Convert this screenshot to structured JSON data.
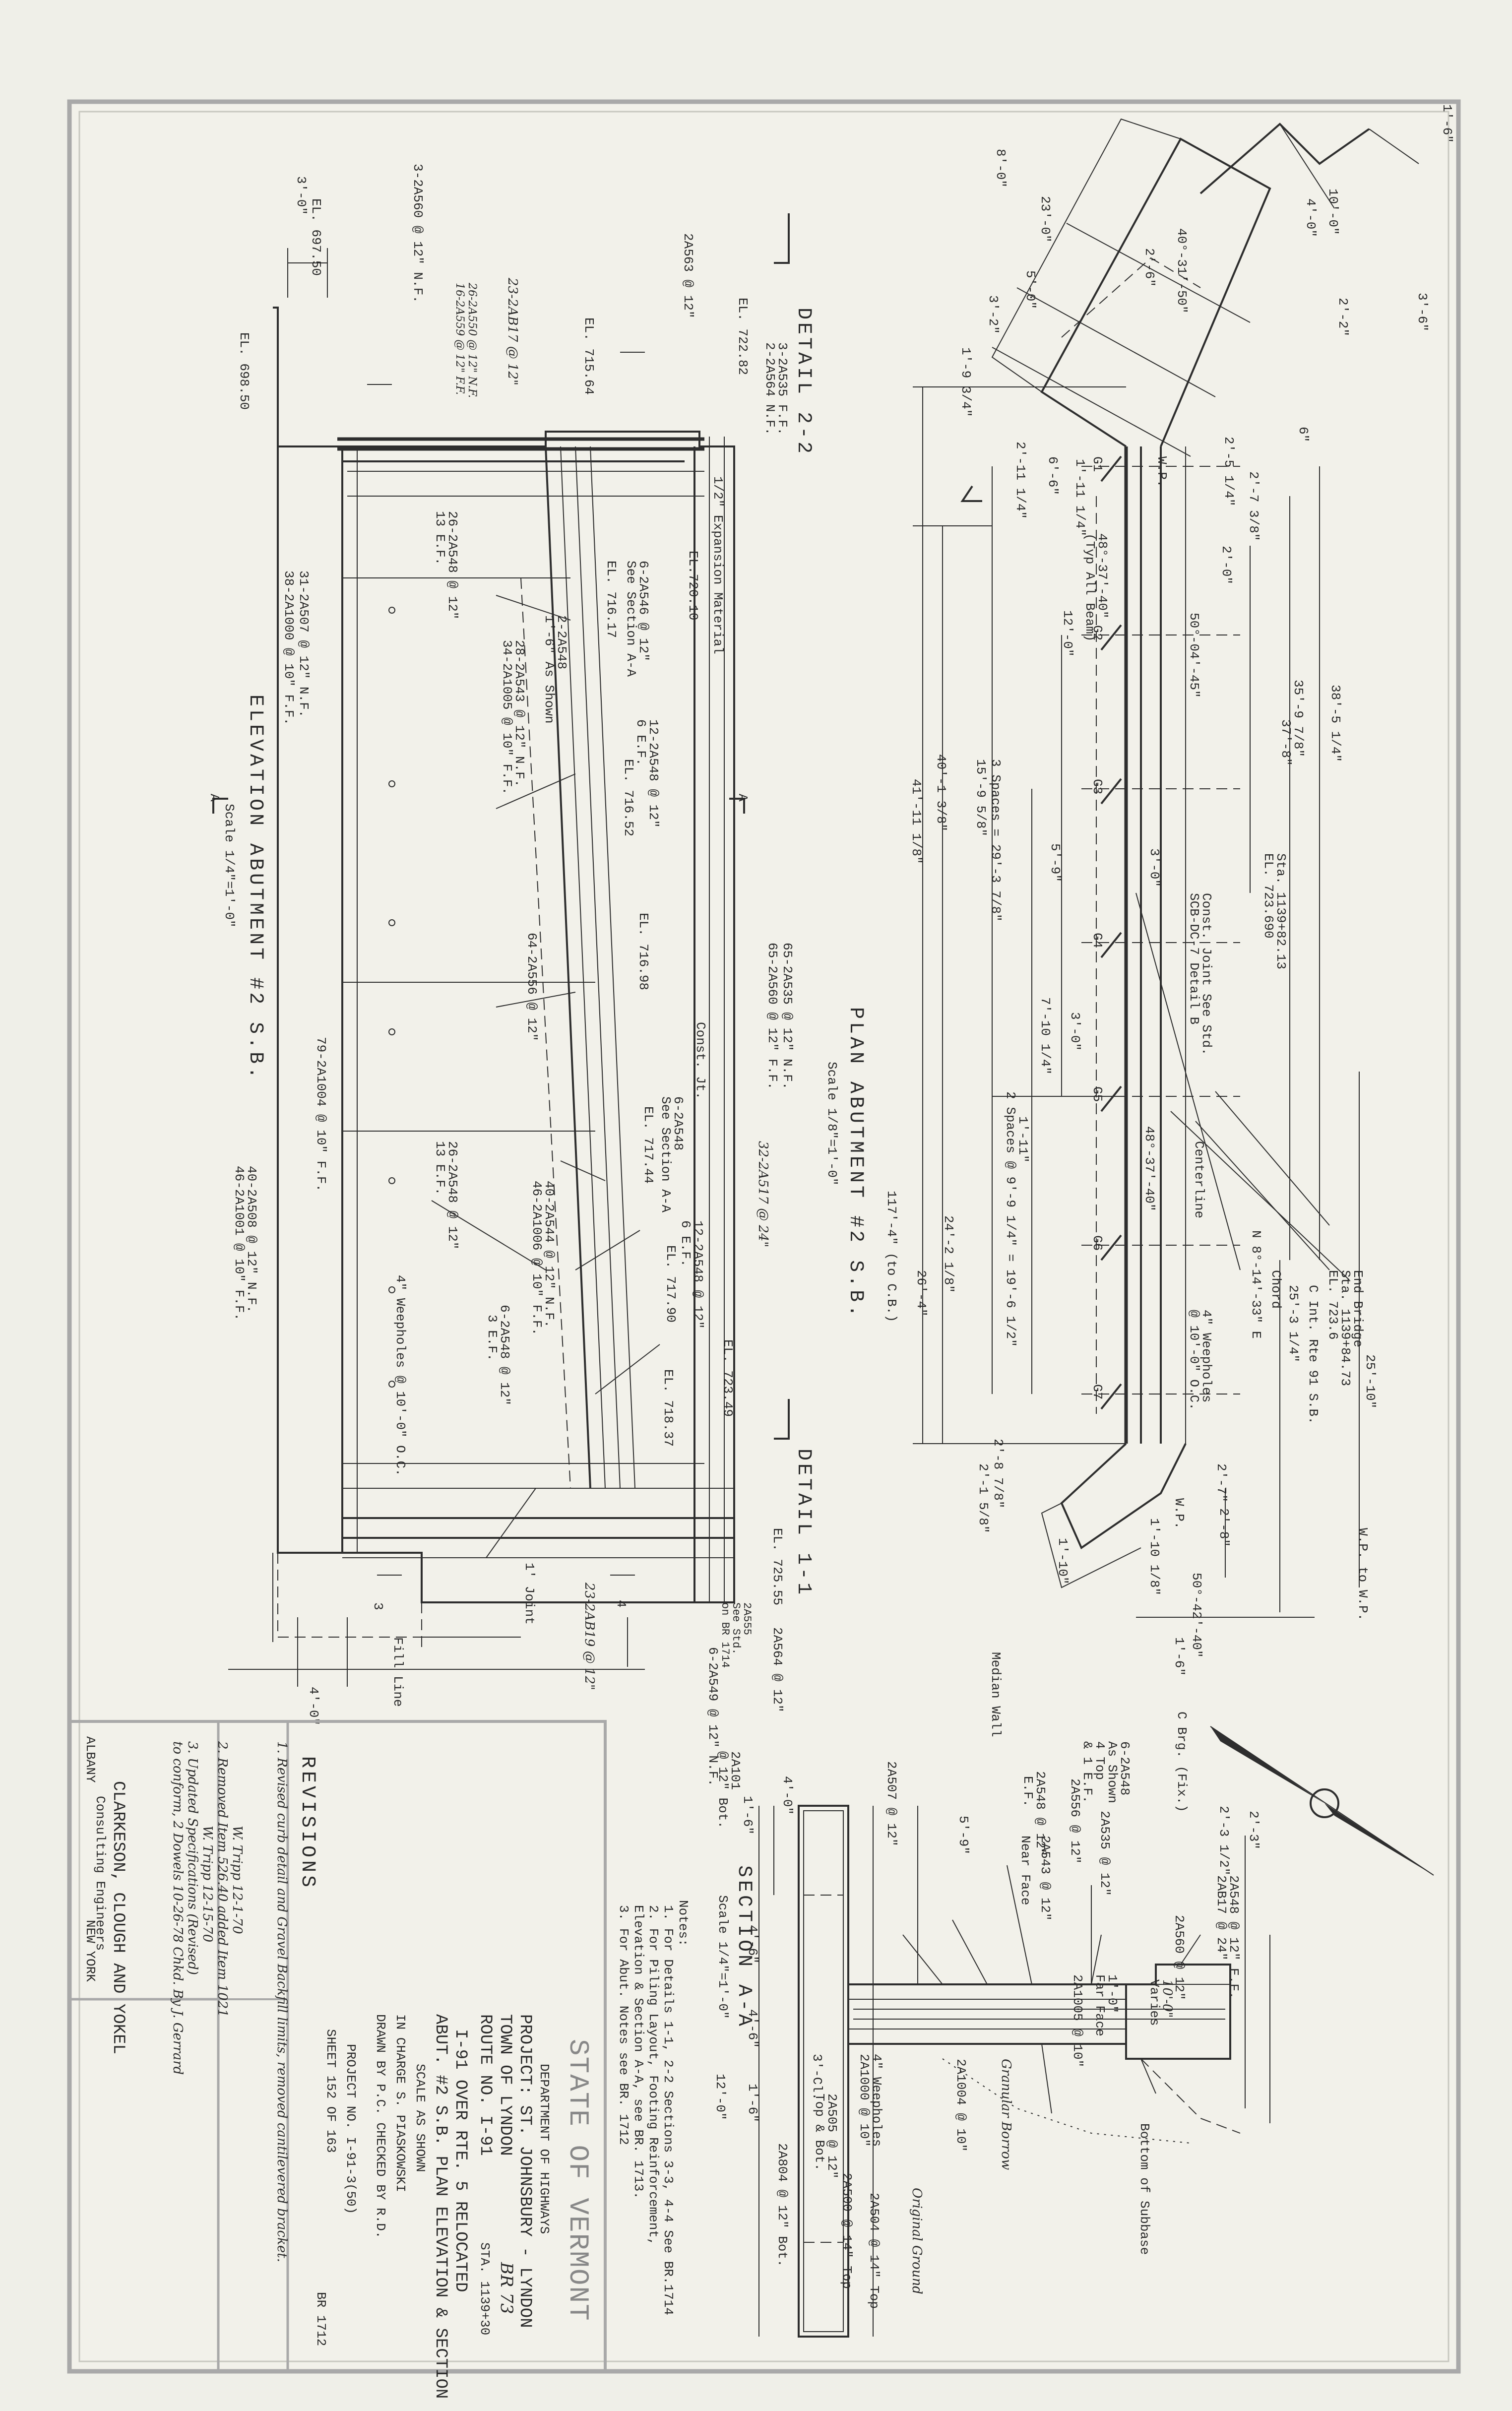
{
  "border": {
    "color": "#a9a9a9"
  },
  "detail22": {
    "title": "DETAIL 2-2",
    "labels": [
      "3-2A535 F.F.",
      "2-2A564 N.F.",
      "EL. 722.82",
      "2A563 @ 12\"",
      "EL. 715.64",
      "3-2A560 @ 12\" N.F.",
      "EL. 697.50",
      "3'-0\"",
      "EL. 698.50",
      "23-2AB17 @ 12\"",
      "26-2A550 @ 12\" N.F.",
      "16-2A559 @ 12\" F.F.",
      "1/2\" Expansion Material",
      "EL.720.10"
    ]
  },
  "elevation": {
    "title": "ELEVATION ABUTMENT #2 S.B.",
    "scale": "Scale 1/4\"=1'-0\"",
    "labels": [
      "6-2A546 @ 12\"",
      "See Section A-A",
      "EL. 716.17",
      "2-2A548",
      "1'-6\" As Shown",
      "28-2A543 @ 12\" N.F.",
      "34-2A1005 @ 10\" F.F.",
      "26-2A548 @ 12\"",
      "13 E.F.",
      "31-2A507 @ 12\" N.F.",
      "38-2A1000 @ 10\" F.F.",
      "12-2A548 @ 12\"",
      "6 E.F.",
      "EL. 716.52",
      "EL. 716.98",
      "64-2A556 @ 12\"",
      "6-2A548",
      "See Section A-A",
      "EL. 717.44",
      "Const. Jt.",
      "26-2A548 @ 12\"",
      "13 E.F.",
      "12-2A548 @ 12\"",
      "6 E.F.",
      "EL. 717.90",
      "40-2A544 @ 12\" N.F.",
      "46-2A1006 @ 10\" F.F.",
      "6-2A548 @ 12\"",
      "3 E.F.",
      "4\" Weepholes @ 10'-0\" O.C.",
      "79-2A1004 @ 10\" F.F.",
      "40-2A508 @ 12\" N.F.",
      "46-2A1001 @ 10\" F.F.",
      "EL. 718.37",
      "EL. 723.49",
      "1' Joint",
      "Fill Line",
      "4'-0\"",
      "3",
      "4"
    ]
  },
  "plan": {
    "title": "PLAN ABUTMENT #2 S.B.",
    "scale": "Scale 1/8\"=1'-0\"",
    "labels": [
      "1'-6\"",
      "10'-0\"",
      "4'-0\"",
      "8'-0\"",
      "23'-0\"",
      "40°-31'-50\"",
      "2'-6\"",
      "5'-0\"",
      "3'-2\"",
      "3'-6\"",
      "2'-2\"",
      "6\"",
      "1'-9 3/4\"",
      "2'-5 1/4\"",
      "2'-11 1/4\"",
      "6'-6\"",
      "1'-11 1/4\"",
      "W.P.",
      "2'-7 3/8\"",
      "2'-0\"",
      "48°-37'-40\"",
      "(Typ All Beam)",
      "12'-0\"",
      "50°-04'-45\"",
      "37'-8\"",
      "38'-5 1/4\"",
      "35'-9 7/8\"",
      "41'-11 1/8\"",
      "40'-1 3/8\"",
      "3 Spaces = 29'-3 7/8\"",
      "15'-9 5/8\"",
      "5'-9\"",
      "3'-0\"",
      "Sta. 1139+82.13",
      "EL. 723.690",
      "Const. Joint See Std.",
      "SCB-DC-7 Detail B",
      "7'-10 1/4\"",
      "3'-0\"",
      "1'-11\"",
      "2 Spaces @ 9'-9 1/4\" = 19'-6 1/2\"",
      "48°-37'-40\"",
      "Centerline",
      "N 8°-14'-33\" E",
      "117'-4\" (to C.B.)",
      "24'-2 1/8\"",
      "26'-4\"",
      "End Bridge",
      "Sta. 1139+84.73",
      "EL. 723.6",
      "C Int. Rte 91 S.B.",
      "25'-3 1/4\"",
      "Chord",
      "4\" Weepholes",
      "@ 10'-0\" O.C.",
      "25'-10\"",
      "2'-7\"",
      "2'-8 7/8\"",
      "2'-1 5/8\"",
      "W.P.",
      "W.P. to W.P.",
      "2'-8\"",
      "1'-10 1/8\"",
      "1'-10\"",
      "50°-42'-40\"",
      "1'-6\"",
      "Median Wall",
      "C Brg. (Fix.)",
      "G1",
      "G2",
      "G3",
      "G4",
      "G5",
      "G6",
      "G7",
      "65-2A535 @ 12\" N.F.",
      "65-2A560 @ 12\" F.F.",
      "32-2A517 @ 24\""
    ]
  },
  "detail11": {
    "title": "DETAIL 1-1",
    "labels": [
      "EL. 725.55",
      "2A564 @ 12\"",
      "2A555",
      "See Std.",
      "on BR 1714",
      "6-2A549 @ 12\" N.F.",
      "23-2AB19 @ 12\""
    ]
  },
  "sectionAA": {
    "title": "SECTION A-A",
    "scale": "Scale 1/4\"=1'-0\"",
    "labels": [
      "4'-0\"",
      "2A101",
      "@ 12\" Bot.",
      "1'-6\"",
      "2A507 @ 12\"",
      "6-2A548",
      "As Shown",
      "4 Top",
      "& 1 E.F.",
      "2A556 @ 12\"",
      "2A535 @ 12\"",
      "2A548 @ 12\"",
      "E.F.",
      "5'-9\"",
      "Near Face",
      "2A543 @ 12\"",
      "2'-3\"",
      "2'-3 1/2\"",
      "2A548 @ 12\" E.F.",
      "2AB17 @ 24\"",
      "2A560 @ 12\"",
      "10'-0\"",
      "Varies",
      "1'-0\"",
      "Far Face",
      "2A1005 @ 10\"",
      "4'-6\"",
      "4'-6\"",
      "12'-0\"",
      "3'-Cl.",
      "1'-6\"",
      "2A804 @ 12\" Bot.",
      "2A500 @ 14\" Top",
      "2A505 @ 12\"",
      "Top & Bot.",
      "2A504 @ 14\" Top",
      "4\" Weepholes",
      "2A1000 @ 10\"",
      "2A1004 @ 10\"",
      "Granular Borrow",
      "Original Ground",
      "Bottom of Subbase"
    ]
  },
  "notes": {
    "heading": "Notes:",
    "items": [
      "1. For Details 1-1, 2-2 Sections 3-3, 4-4 See BR.1714",
      "2. For Piling Layout, Footing Reinforcement,",
      "   Elevation & Section A-A, see BR. 1713.",
      "3. For Abut. Notes see BR. 1712"
    ]
  },
  "revisions": {
    "title": "REVISIONS",
    "items": [
      "1. Revised curb detail and Gravel Backfill limits, removed cantilevered bracket.",
      "W. Tripp 12-1-70",
      "2. Removed Item 526.40 added Item 1021",
      "W. Tripp 12-15-70",
      "3. Updated Specifications (Revised)",
      "to conform, 2 Dowels 10-26-78 Chkd. By J. Gerrard"
    ]
  },
  "consultant": {
    "firm": "CLARKESON, CLOUGH AND YOKEL",
    "subtitle": "Consulting Engineers",
    "city_left": "ALBANY",
    "city_right": "NEW YORK"
  },
  "titleblock": {
    "state": "STATE OF VERMONT",
    "dept": "DEPARTMENT OF HIGHWAYS",
    "project": "PROJECT: ST. JOHNSBURY - LYNDON",
    "town": "TOWN OF LYNDON",
    "br": "BR 73",
    "route": "ROUTE NO. I-91",
    "sta": "STA. 1139+30",
    "line1": "I-91 OVER RTE. 5 RELOCATED",
    "line2": "ABUT. #2 S.B. PLAN ELEVATION & SECTION",
    "scale": "SCALE AS SHOWN",
    "incharge": "IN CHARGE S. PIASKOWSKI",
    "drawn": "DRAWN BY P.C. CHECKED BY R.D.",
    "projno": "PROJECT NO. I-91-3(50)",
    "sheet": "SHEET 152 OF 163",
    "br_ref": "BR 1712"
  },
  "marks": {
    "section_a": "A",
    "sheet_num": "1"
  }
}
